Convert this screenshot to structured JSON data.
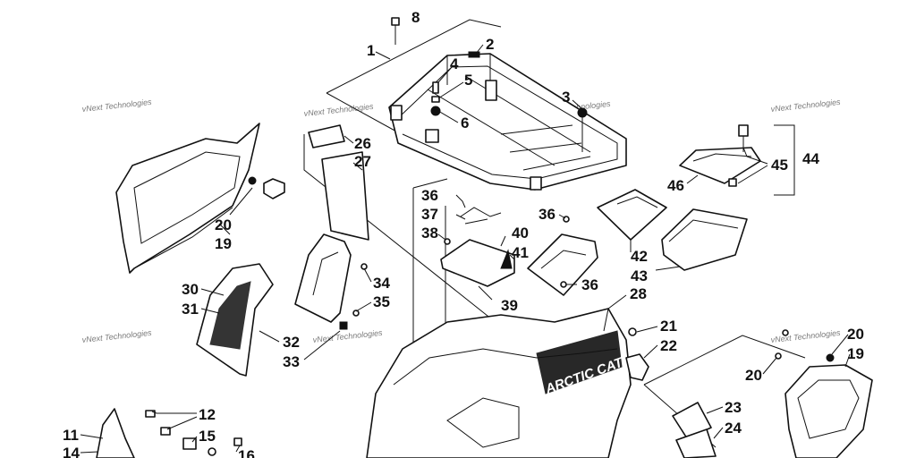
{
  "watermark": "vNext Technologies",
  "brand_logo": "ARCTIC CAT",
  "callouts": [
    "8",
    "2",
    "1",
    "4",
    "5",
    "6",
    "3",
    "26",
    "27",
    "36",
    "37",
    "38",
    "40",
    "41",
    "39",
    "36",
    "36",
    "42",
    "43",
    "46",
    "45",
    "44",
    "20",
    "19",
    "30",
    "31",
    "32",
    "33",
    "34",
    "35",
    "28",
    "21",
    "22",
    "20",
    "19",
    "20",
    "12",
    "11",
    "15",
    "14",
    "16",
    "23",
    "24"
  ]
}
